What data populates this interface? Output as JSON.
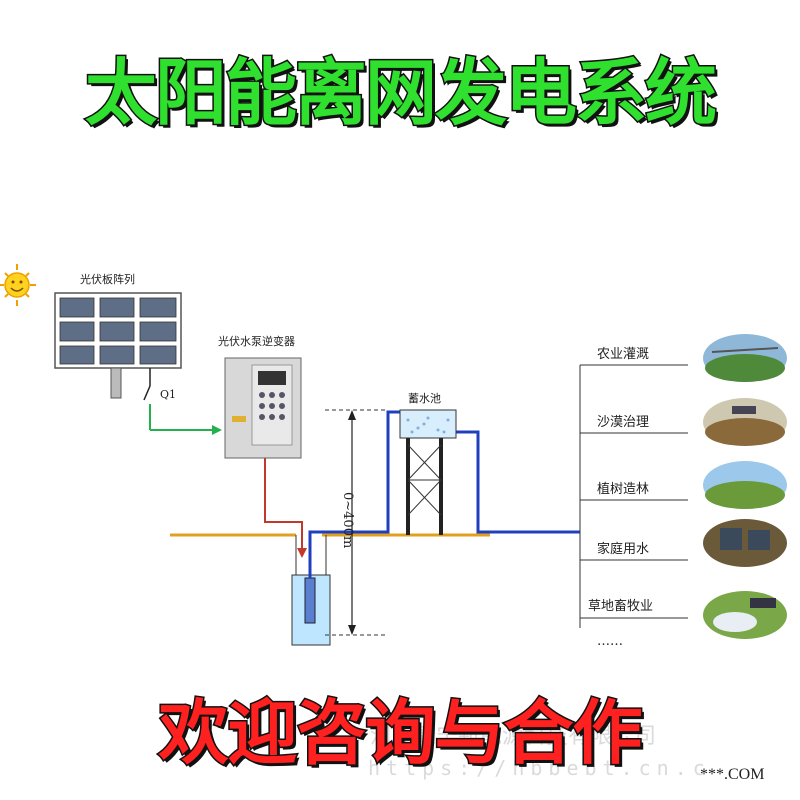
{
  "title": "太阳能离网发电系统",
  "bottom_title": "欢迎咨询与合作",
  "watermark": "河北康宁新能源科技有限公司",
  "watermark_url": "https://hbbebt.cn.c",
  "site_tag": "***.COM",
  "diagram": {
    "pv_array_label": "光伏板阵列",
    "switch_label": "Q1",
    "inverter_label": "光伏水泵逆变器",
    "tank_label": "蓄水池",
    "depth_label": "0~400m",
    "applications": [
      "农业灌溉",
      "沙漠治理",
      "植树造林",
      "家庭用水",
      "草地畜牧业"
    ],
    "more_label": "……"
  },
  "colors": {
    "title_fill": "#2fe02f",
    "bottom_fill": "#ff2020",
    "wire_green": "#22b14c",
    "wire_red": "#c0392b",
    "pipe_blue": "#1f3fbf",
    "ground": "#e0a020"
  }
}
